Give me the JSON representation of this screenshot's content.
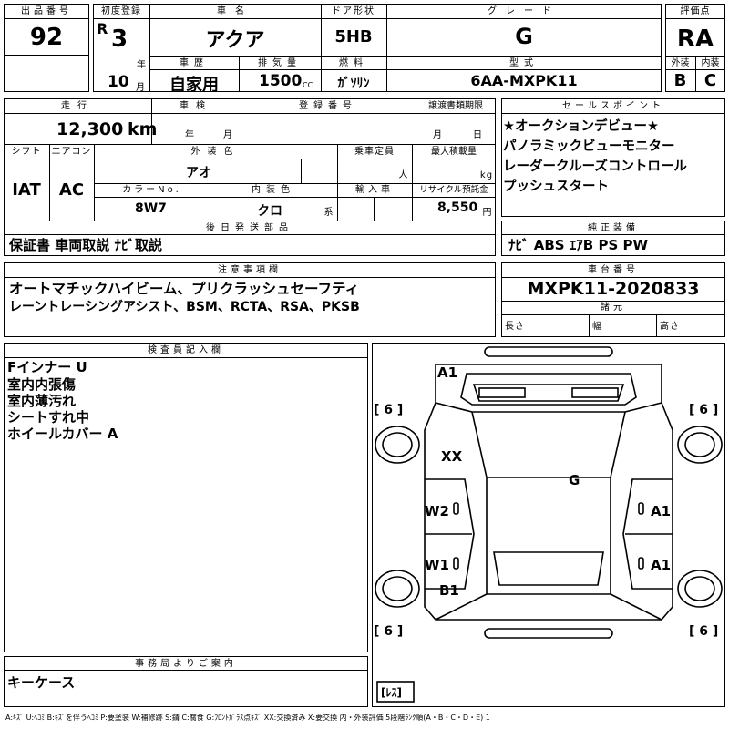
{
  "header": {
    "lot_label": "出品番号",
    "lot": "92",
    "reg_label": "初度登録",
    "reg_era": "R",
    "reg_year": "3",
    "year_unit": "年",
    "reg_month": "10",
    "month_unit": "月",
    "name_label": "車名",
    "name": "アクア",
    "door_label": "ドア形状",
    "door": "5HB",
    "grade_label": "グレード",
    "grade": "G",
    "score_label": "評価点",
    "score": "RA",
    "history_label": "車歴",
    "history": "自家用",
    "disp_label": "排気量",
    "disp": "1500",
    "disp_unit": "CC",
    "fuel_label": "燃料",
    "fuel": "ｶﾞｿﾘﾝ",
    "model_label": "型式",
    "model": "6AA-MXPK11",
    "ext_label": "外装",
    "ext": "B",
    "int_label": "内装",
    "int": "C"
  },
  "row2": {
    "mileage_label": "走行",
    "mileage": "12,300",
    "mileage_unit": "km",
    "inspect_label": "車検",
    "year_unit": "年",
    "month_unit": "月",
    "plate_label": "登録番号",
    "transfer_label": "譲渡書類期限",
    "transfer_month": "月",
    "transfer_day": "日",
    "shift_label": "シフト",
    "shift": "IAT",
    "ac_label": "エアコン",
    "ac": "AC",
    "color_label": "外装色",
    "color": "アオ",
    "cap_label": "乗車定員",
    "cap_unit": "人",
    "load_label": "最大積載量",
    "load_unit": "kg",
    "color_no_label": "カラーNo.",
    "color_no": "8W7",
    "int_color_label": "内装色",
    "int_color": "クロ",
    "int_color_unit": "系",
    "import_label": "輸入車",
    "recycle_label": "リサイクル預託金",
    "recycle": "8,550",
    "recycle_unit": "円"
  },
  "sales_points": {
    "label": "セールスポイント",
    "items": [
      "★オークションデビュー★",
      "パノラミックビューモニター",
      "レーダークルーズコントロール",
      "プッシュスタート"
    ]
  },
  "later_parts": {
    "label": "後日発送部品",
    "value": "保証書 車両取説 ﾅﾋﾞ取説"
  },
  "genuine": {
    "label": "純正装備",
    "value": "ﾅﾋﾞ ABS ｴｱB PS PW"
  },
  "notes": {
    "label": "注意事項欄",
    "lines": [
      "オートマチックハイビーム、プリクラッシュセーフティ",
      "レーントレーシングアシスト、BSM、RCTA、RSA、PKSB"
    ]
  },
  "chassis": {
    "label": "車台番号",
    "value": "MXPK11-2020833",
    "spec_label": "諸元",
    "length": "長さ",
    "width": "幅",
    "height": "高さ"
  },
  "inspector": {
    "label": "検査員記入欄",
    "lines": [
      "Fインナー U",
      "室内内張傷",
      "室内薄汚れ",
      "シートすれ中",
      "ホイールカバー A"
    ]
  },
  "office": {
    "label": "事務局よりご案内",
    "value": "キーケース"
  },
  "diagram": {
    "marks": {
      "front": "A1",
      "hood_left": "XX",
      "roof": "G",
      "door_fl": "W2",
      "door_rl": "W1",
      "door_fr": "A1",
      "door_rr": "A1",
      "quarter_l": "B1"
    },
    "tire_fl": "[ 6 ]",
    "tire_fr": "[ 6 ]",
    "tire_rl": "[ 6 ]",
    "tire_rr": "[ 6 ]",
    "spare": "[ﾚｽ]"
  },
  "legend": "A:ｷｽﾞ  U:ﾍｺﾐ  B:ｷｽﾞを伴うﾍｺﾐ  P:要塗装  W:補修跡  S:錆  C:腐食  G:ﾌﾛﾝﾄｶﾞﾗｽ点ｷｽﾞ  XX:交換済み  X:要交換    内・外装評価  5段階ﾗﾝｸ順(A・B・C・D・E) 1"
}
